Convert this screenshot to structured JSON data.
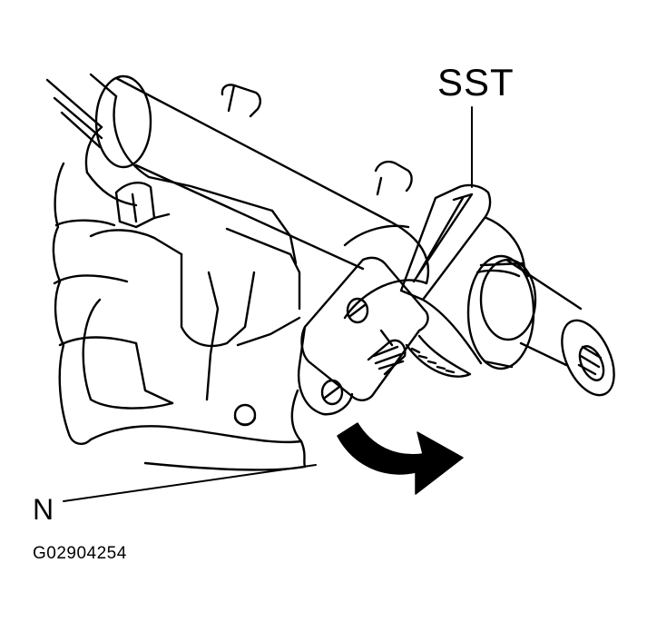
{
  "labels": {
    "sst": "SST",
    "n": "N",
    "figure_code": "G02904254"
  }
}
